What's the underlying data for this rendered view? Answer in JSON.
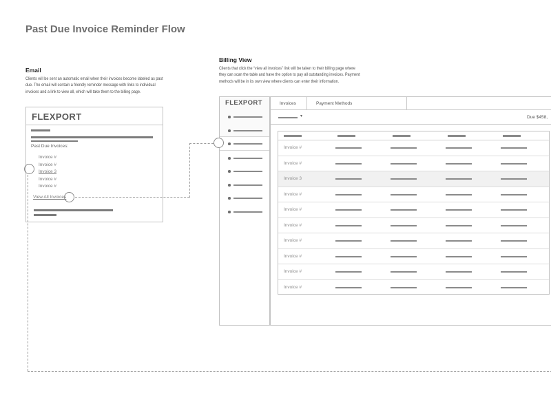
{
  "page_title": "Past Due Invoice Reminder Flow",
  "email_section": {
    "heading": "Email",
    "description_lines": [
      "Clients will be sent an automatic email when their invoices become labeled as past",
      "due. The email will contain a friendly reminder message with links to individual",
      "invoices and a link to view all, which will take them to the billing page."
    ],
    "mock": {
      "logo": "FLEXPORT",
      "past_due_label": "Past Due Invoices:",
      "invoice_links": [
        "Invoice #",
        "Invoice #",
        "Invoice 3",
        "Invoice #",
        "Invoice #"
      ],
      "highlighted_link": "Invoice 3",
      "view_all_label": "View All Invoices"
    }
  },
  "billing_section": {
    "heading": "Billing View",
    "description_lines": [
      "Clients that click the “view all invoices” link will be taken to their billing page where",
      "they can scan the table and have the option to pay all outstanding invoices. Payment",
      "methods will be in its own view where clients can enter their information."
    ],
    "mock": {
      "logo": "FLEXPORT",
      "tabs": [
        "Invoices",
        "Payment Methods"
      ],
      "dropdown_caret": "▾",
      "due_text": "Due $458,",
      "sidebar_item_count": 8,
      "sidebar_active_index": 2,
      "table": {
        "header_col_count": 5,
        "row_line_count": 4,
        "rows": [
          "Invoice #",
          "Invoice #",
          "Invoice 3",
          "Invoice #",
          "Invoice #",
          "Invoice #",
          "Invoice #",
          "Invoice #",
          "Invoice #",
          "Invoice #"
        ],
        "highlighted_row_index": 2
      }
    }
  },
  "colors": {
    "title_gray": "#6e6e6e",
    "wireframe_border": "#c2c2c2",
    "placeholder_line": "#8a8a8a",
    "row_highlight": "#f1f1f1",
    "dashed_connector": "#9c9c9c"
  }
}
